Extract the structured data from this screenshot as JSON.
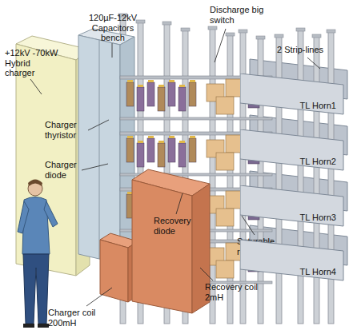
{
  "diagram": {
    "nodes": [
      {
        "text": [
          "TL Horn1"
        ]
      },
      {
        "text": [
          "TL Horn2"
        ]
      },
      {
        "text": [
          "TL Horn3"
        ]
      },
      {
        "text": [
          "TL Horn4"
        ]
      }
    ],
    "labels": [
      "+12kV -70kW Hybrid charger",
      "120µF-12kV Capacitors bench",
      "Discharge big switch",
      "2 Strip-lines",
      "Charger thyristor",
      "Charger diode",
      "Recovery diode",
      "Saturable reactor",
      "Charger coil 200mH",
      "Recovery coil 2mH"
    ]
  }
}
